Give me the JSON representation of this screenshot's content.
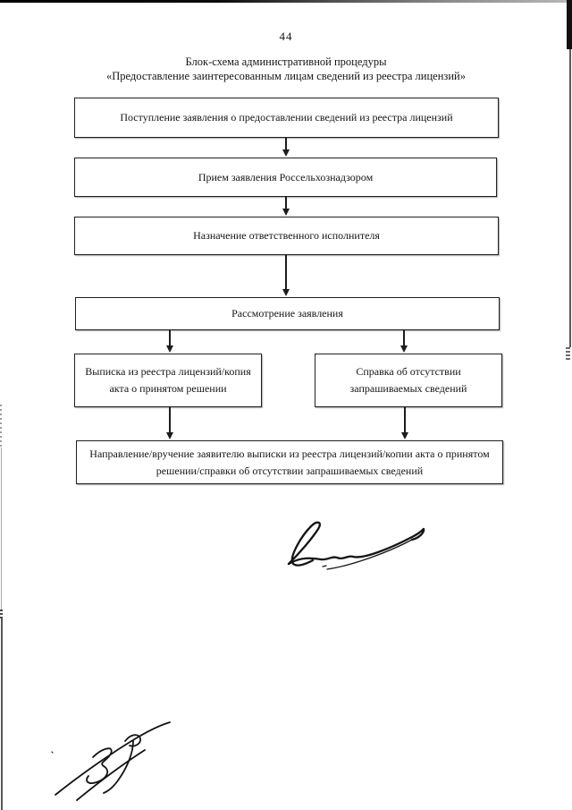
{
  "page": {
    "number": "44",
    "title_line1": "Блок-схема административной процедуры",
    "title_line2": "«Предоставление заинтересованным лицам сведений из реестра лицензий»"
  },
  "flowchart": {
    "boxes": [
      {
        "text": "Поступление заявления о предоставлении сведений из реестра лицензий"
      },
      {
        "text": "Прием заявления Россельхознадзором"
      },
      {
        "text": "Назначение ответственного исполнителя"
      },
      {
        "text": "Рассмотрение заявления"
      },
      {
        "text": "Выписка из реестра лицензий/копия акта о принятом решении"
      },
      {
        "text": "Справка об отсутствии запрашиваемых сведений"
      },
      {
        "text": "Направление/вручение заявителю выписки из реестра лицензий/копии акта о принятом решении/справки об отсутствии запрашиваемых сведений"
      }
    ]
  },
  "signatures": {
    "middle": "handwritten-signature",
    "bottom_left": "handwritten-signature"
  },
  "colors": {
    "ink": "#151515",
    "page_bg": "#ffffff",
    "scan_artifact_dark": "#101010",
    "scan_artifact_gray": "#5a5a5a"
  }
}
